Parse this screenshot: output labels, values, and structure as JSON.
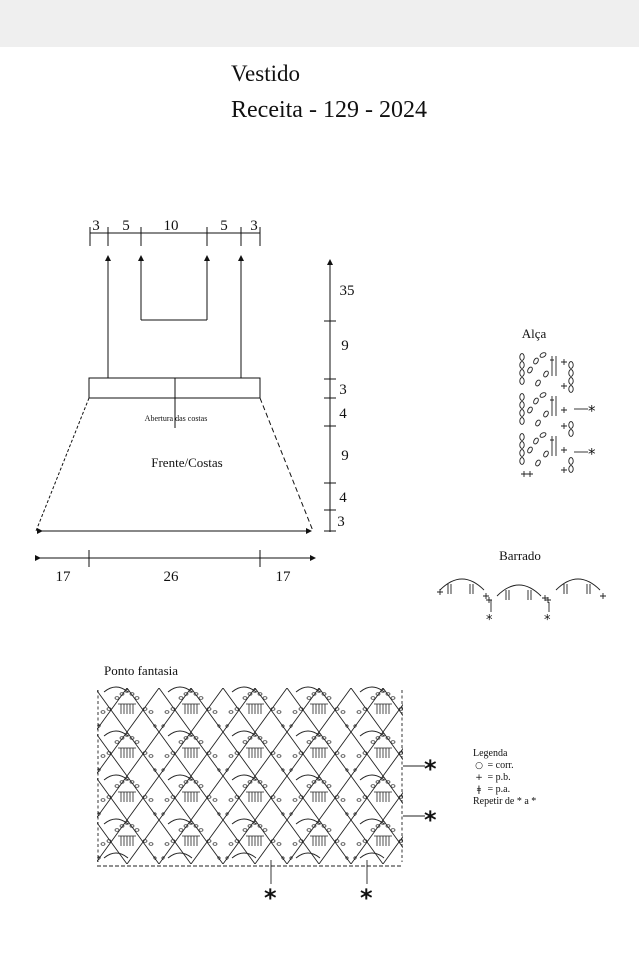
{
  "header": {
    "title_line1": "Vestido",
    "title_line2": "Receita - 129 - 2024"
  },
  "dress": {
    "top_measures": [
      "3",
      "5",
      "10",
      "5",
      "3"
    ],
    "side_measures": [
      "35",
      "9",
      "3",
      "4",
      "9",
      "4",
      "3"
    ],
    "bottom_measures": [
      "17",
      "26",
      "17"
    ],
    "back_opening_label": "Abertura das costas",
    "body_label": "Frente/Costas"
  },
  "strap": {
    "label": "Alça"
  },
  "border": {
    "label": "Barrado"
  },
  "fancy": {
    "label": "Ponto fantasia"
  },
  "repeat_mark": "*",
  "legend": {
    "title": "Legenda",
    "items": [
      {
        "icon": "chain-icon",
        "glyph": "○",
        "text": "= corr."
      },
      {
        "icon": "single-crochet-icon",
        "glyph": "+",
        "text": "= p.b."
      },
      {
        "icon": "double-crochet-icon",
        "glyph": "ǂ",
        "text": "= p.a."
      }
    ],
    "repeat": "Repetir de * a *"
  }
}
